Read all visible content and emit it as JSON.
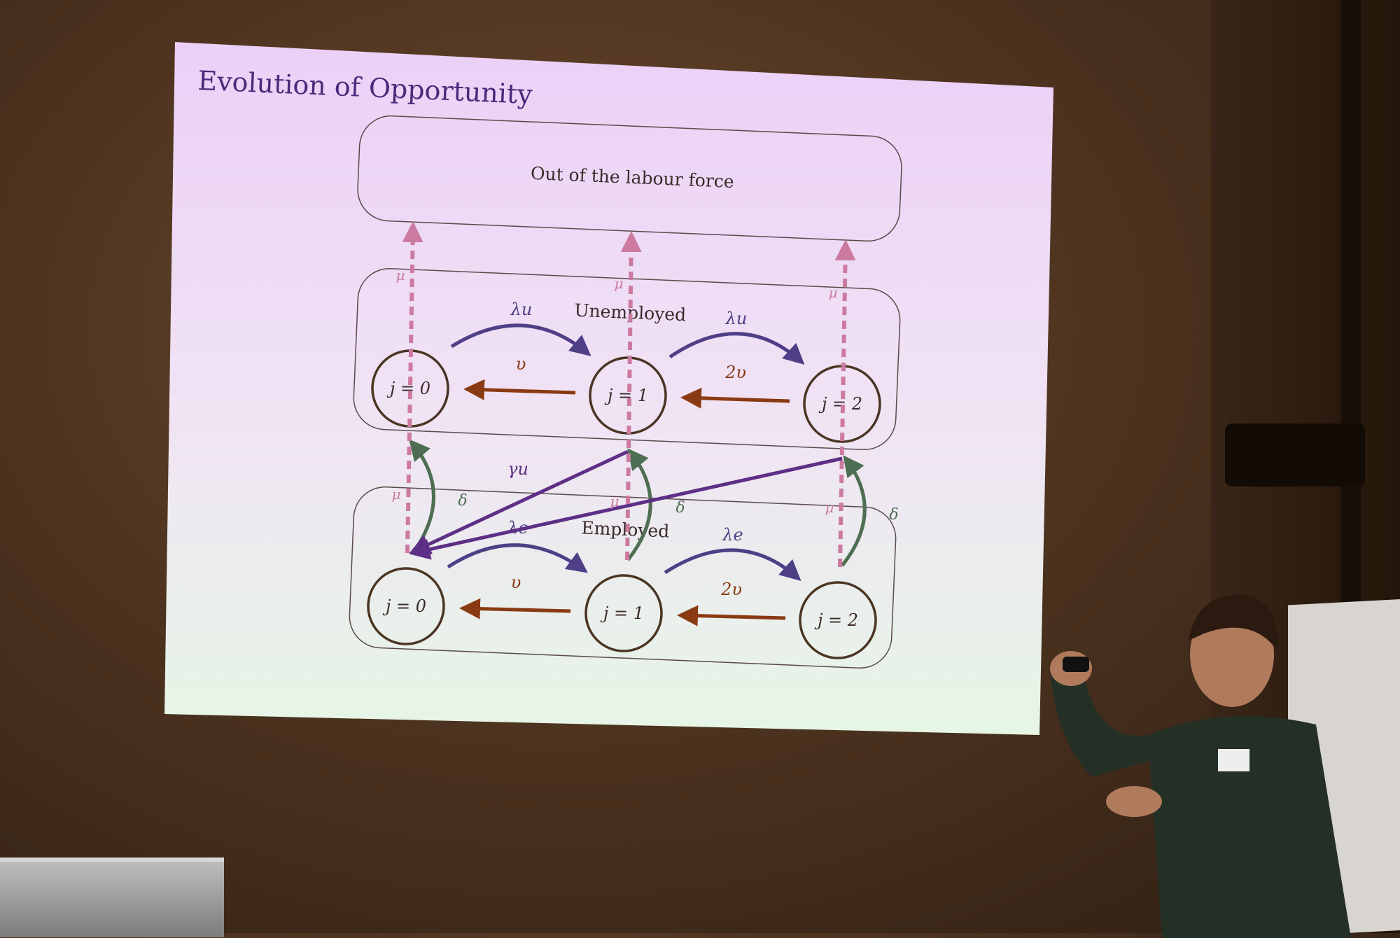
{
  "slide": {
    "title": "Evolution of Opportunity",
    "top_box_label": "Out of the labour force",
    "unemployed_label": "Unemployed",
    "employed_label": "Employed",
    "rates": {
      "mu": "μ",
      "lambda_u": "λu",
      "lambda_e": "λe",
      "upsilon": "υ",
      "two_upsilon": "2υ",
      "gamma_u": "γu",
      "delta": "δ"
    },
    "unemployed_nodes": [
      "j = 0",
      "j = 1",
      "j = 2"
    ],
    "employed_nodes": [
      "j = 0",
      "j = 1",
      "j = 2"
    ]
  },
  "colors": {
    "title": "#4a2a7a",
    "slide_bg_top": "#ead2f6",
    "slide_bg_bottom": "#eaf6ea",
    "lambda_arrow": "#4e3f86",
    "upsilon_arrow": "#8a3a12",
    "mu_arrow": "#cc7aa0",
    "delta_arrow": "#4d6e52",
    "gamma_arrow": "#5e2f86",
    "node_stroke": "#4a3522"
  }
}
